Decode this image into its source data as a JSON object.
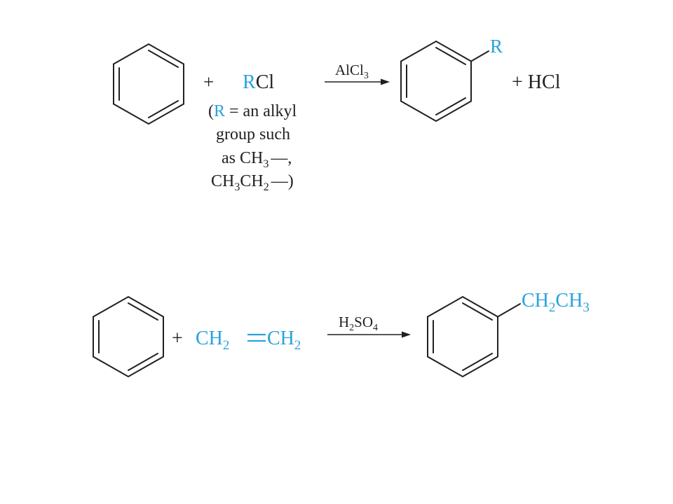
{
  "colors": {
    "ink": "#231f20",
    "accent": "#29a3dc"
  },
  "reaction1": {
    "plus1": "+",
    "reagent_r": "R",
    "reagent_cl": "Cl",
    "note_line1_paren": "(",
    "note_line1_r": "R",
    "note_line1_rest": " = an alkyl",
    "note_line2": "group such",
    "note_line3_a": "as CH",
    "note_line3_sub": "3",
    "note_line3_b": "—,",
    "note_line4_a": "CH",
    "note_line4_sub1": "3",
    "note_line4_b": "CH",
    "note_line4_sub2": "2",
    "note_line4_c": "—)",
    "catalyst_main": "AlCl",
    "catalyst_sub": "3",
    "product_substituent": "R",
    "byproduct": "+ HCl"
  },
  "reaction2": {
    "plus": "+",
    "alkene_left": "CH",
    "alkene_left_sub": "2",
    "alkene_right": "CH",
    "alkene_right_sub": "2",
    "catalyst_h": "H",
    "catalyst_h_sub": "2",
    "catalyst_so": "SO",
    "catalyst_so_sub": "4",
    "product_a": "CH",
    "product_a_sub": "2",
    "product_b": "CH",
    "product_b_sub": "3"
  }
}
